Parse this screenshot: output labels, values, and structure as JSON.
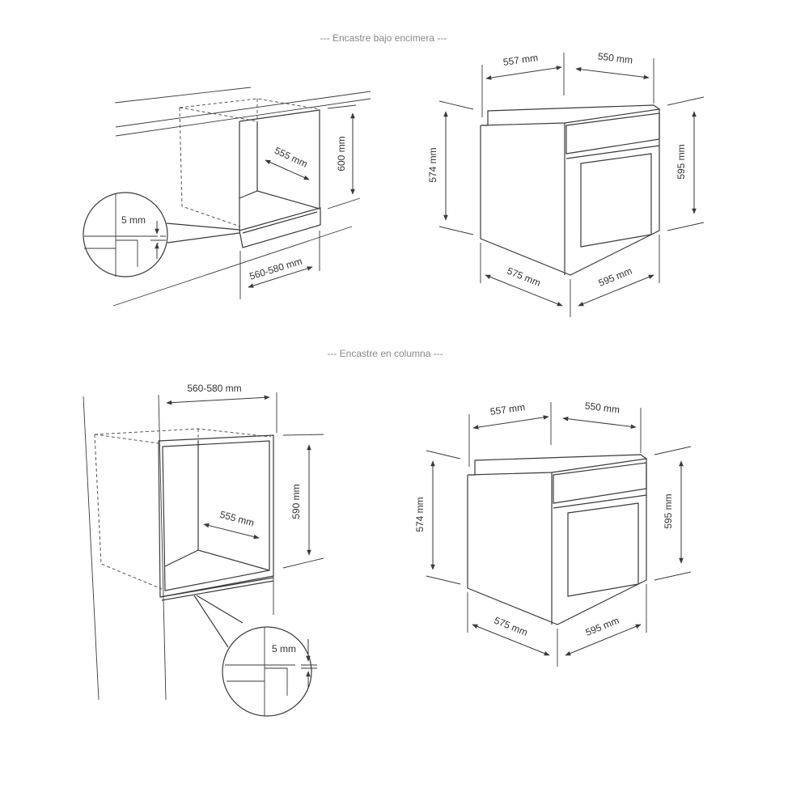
{
  "sections": [
    {
      "title": "--- Encastre bajo encimera ---"
    },
    {
      "title": "--- Encastre en columna ---"
    }
  ],
  "niche_under_counter": {
    "depth": "555 mm",
    "height": "600 mm",
    "width": "560-580 mm",
    "gap": "5 mm"
  },
  "oven_under_counter": {
    "top_depth": "557 mm",
    "top_width": "550 mm",
    "side_height": "574 mm",
    "front_height": "595 mm",
    "bottom_depth": "575 mm",
    "bottom_width": "595 mm"
  },
  "niche_column": {
    "width": "560-580 mm",
    "height": "590 mm",
    "depth": "555 mm",
    "gap": "5 mm"
  },
  "oven_column": {
    "top_depth": "557 mm",
    "top_width": "550 mm",
    "side_height": "574 mm",
    "front_height": "595 mm",
    "bottom_depth": "575 mm",
    "bottom_width": "595 mm"
  }
}
